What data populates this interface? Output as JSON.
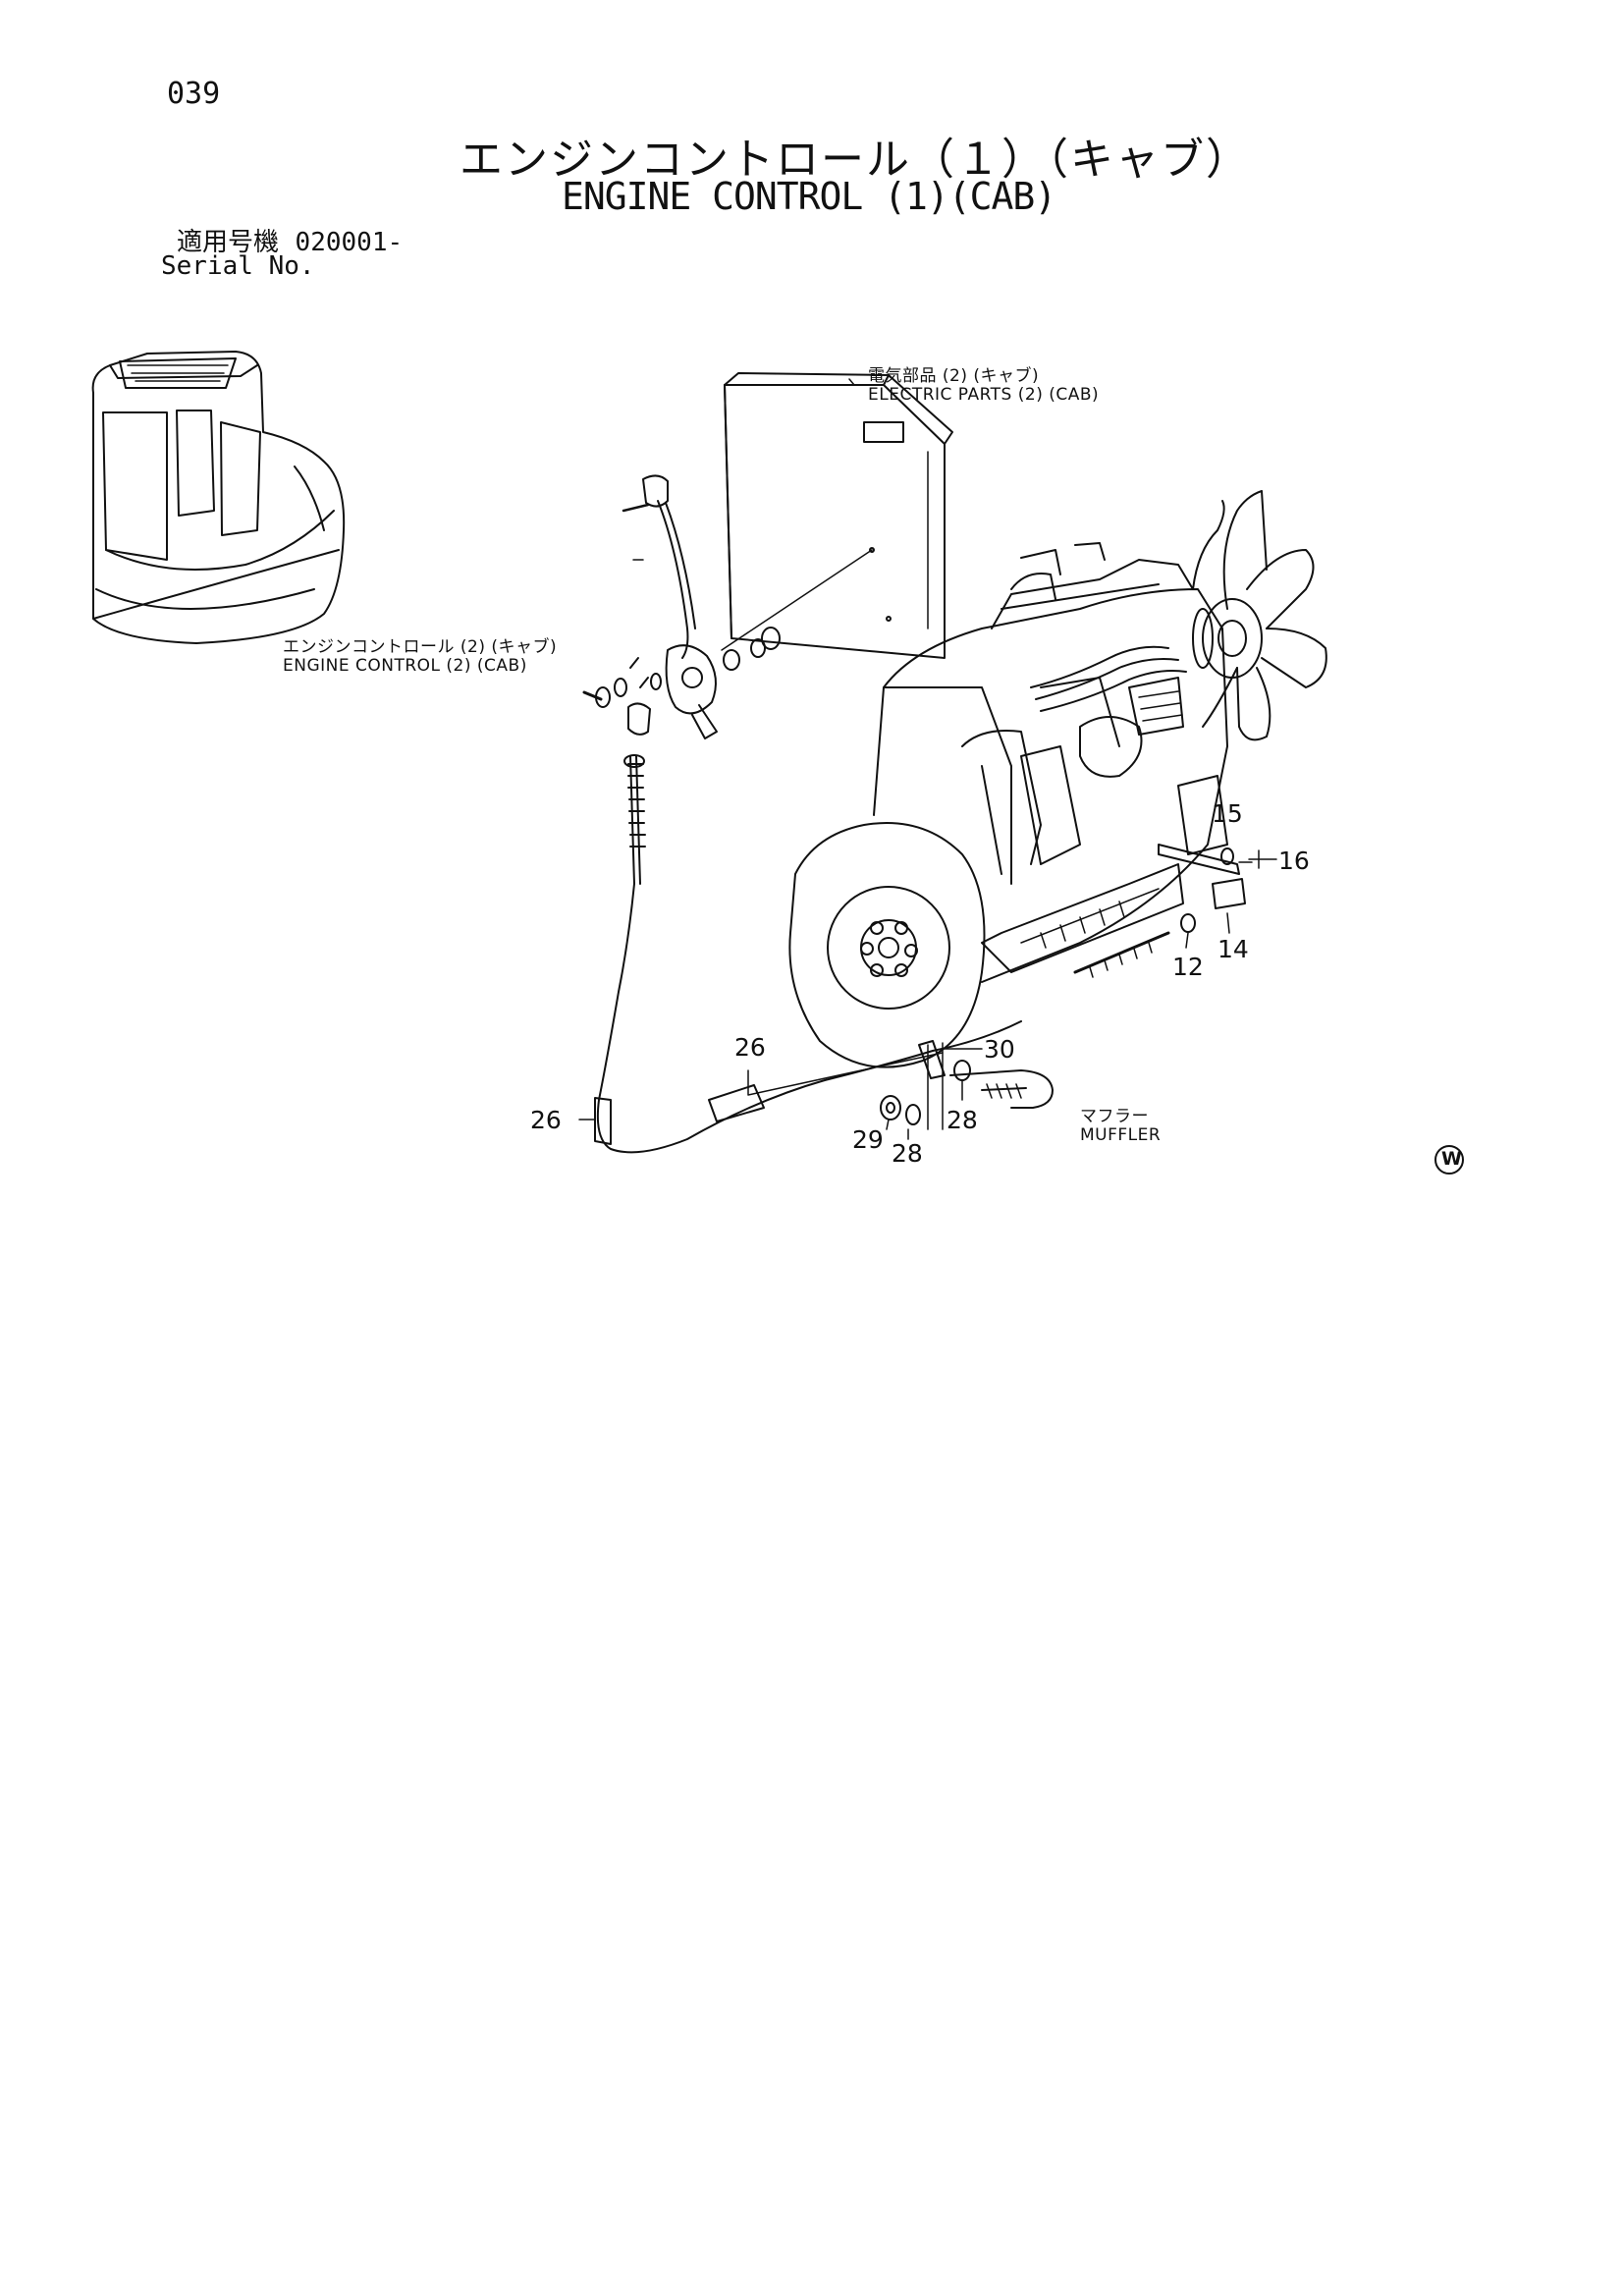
{
  "page_number": "039",
  "title_jp": "エンジンコントロール（１）（キャブ）",
  "title_en": "ENGINE CONTROL (1)(CAB)",
  "serial": {
    "label_jp": "適用号機",
    "value": "020001-",
    "label_en": "Serial No."
  },
  "references": {
    "electric_jp": "電気部品 (2) (キャブ)",
    "electric_en": "ELECTRIC PARTS (2) (CAB)",
    "engine_control_jp": "エンジンコントロール (2) (キャブ)",
    "engine_control_en": "ENGINE CONTROL (2) (CAB)",
    "muffler_jp": "マフラー",
    "muffler_en": "MUFFLER"
  },
  "callouts": [
    "15",
    "16",
    "14",
    "12",
    "26",
    "30",
    "26",
    "28",
    "29",
    "28"
  ],
  "mark": "W"
}
